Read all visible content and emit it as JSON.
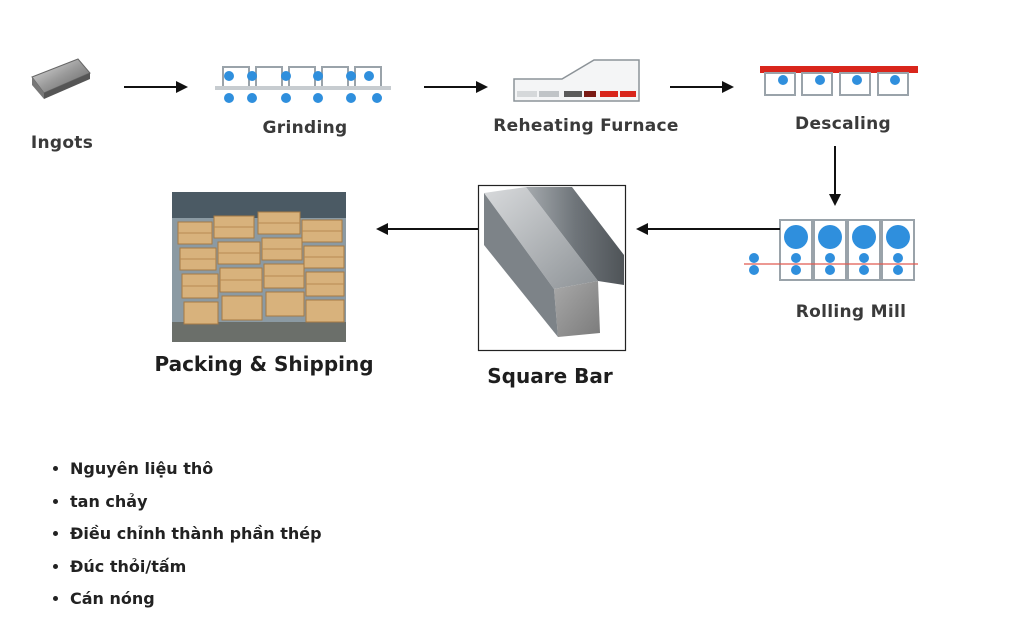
{
  "steps": {
    "ingots": "Ingots",
    "grinding": "Grinding",
    "reheating": "Reheating Furnace",
    "descaling": "Descaling",
    "rolling": "Rolling Mill",
    "square_bar": "Square Bar",
    "packing": "Packing & Shipping"
  },
  "colors": {
    "arrow": "#111111",
    "roller": "#2f8fdd",
    "heat": "#d9261c",
    "frame": "#9aa3aa"
  },
  "icons": [
    "ingot-icon",
    "grinding-icon",
    "furnace-icon",
    "descaling-icon",
    "rolling-mill-icon",
    "square-bar-image",
    "packing-photo"
  ],
  "bullets": [
    "Nguyên liệu thô",
    "tan chảy",
    "Điều chỉnh thành phần thép",
    "Đúc thỏi/tấm",
    "Cán nóng"
  ]
}
